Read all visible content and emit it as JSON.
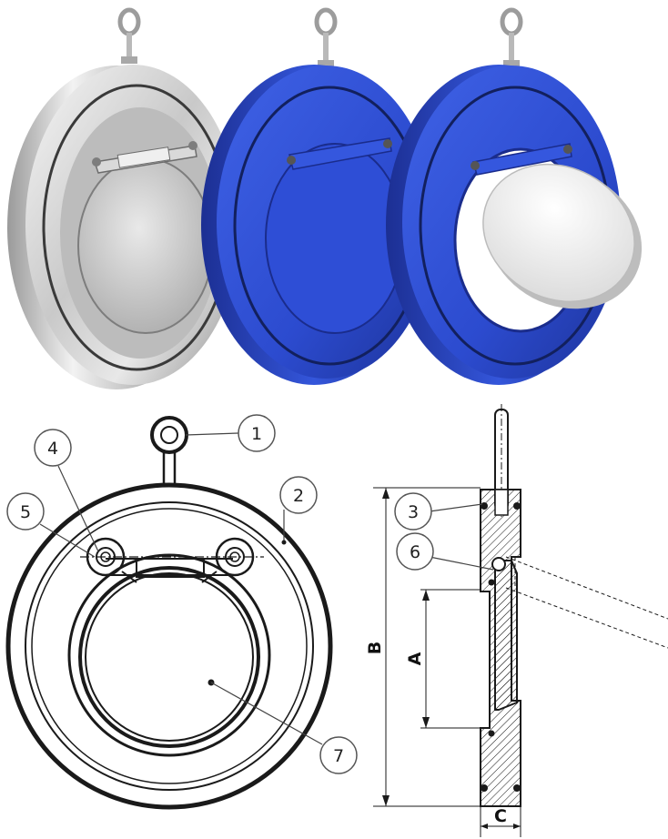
{
  "callouts": [
    "1",
    "2",
    "3",
    "4",
    "5",
    "6",
    "7"
  ],
  "dimensions": {
    "a": "A",
    "b": "B",
    "c": "C"
  },
  "colors": {
    "steel_light": "#eeeeee",
    "steel_dark": "#8a8a8a",
    "blue_body": "#2f4fd2",
    "blue_dark": "#1a2c8c",
    "disc_white": "#f4f4f4",
    "line": "#1a1a1a"
  }
}
